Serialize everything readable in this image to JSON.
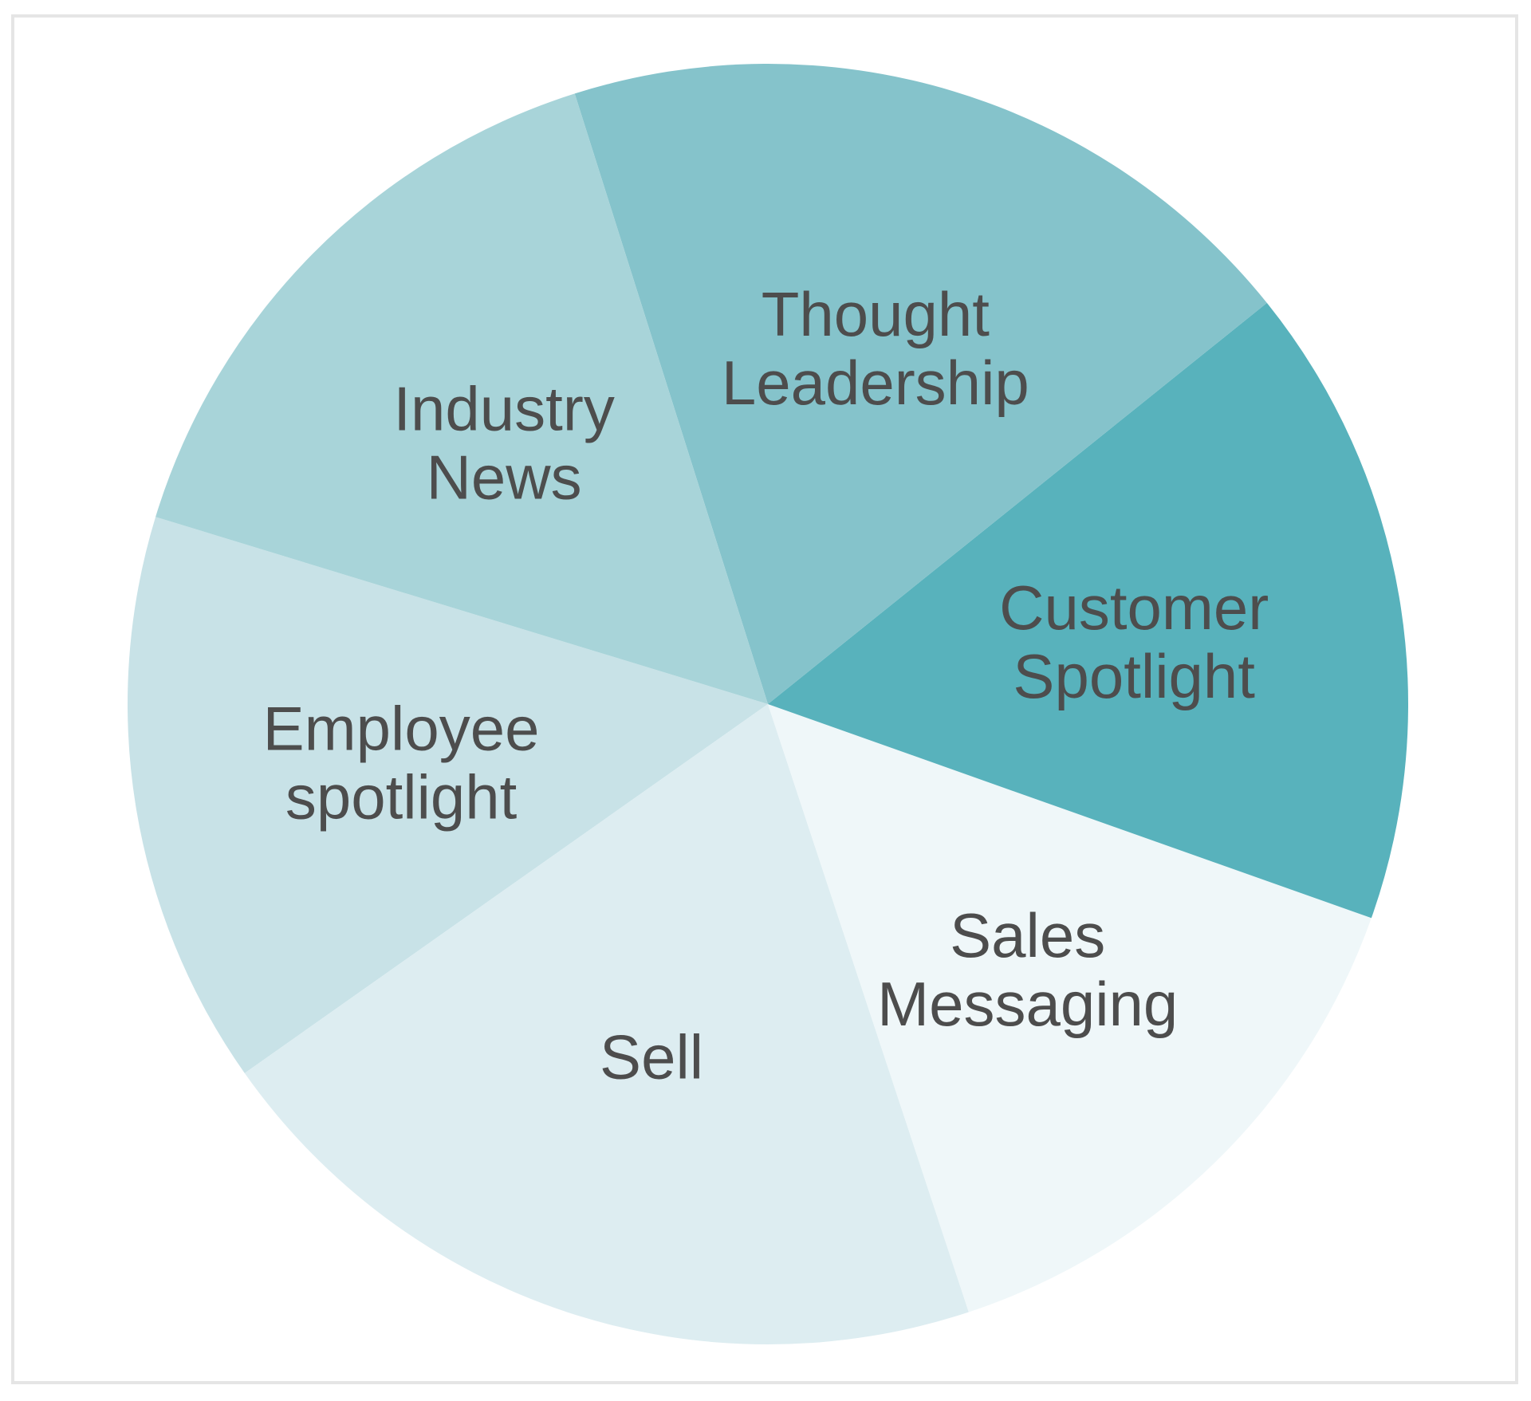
{
  "chart_data": {
    "type": "pie",
    "title": "",
    "start_angle_deg": 197,
    "direction": "counterclockwise",
    "slices": [
      {
        "label": [
          "Employee",
          "spotlight"
        ],
        "value": 0.145,
        "color": "#c8e2e7"
      },
      {
        "label": [
          "Sell"
        ],
        "value": 0.203,
        "color": "#ddedf1"
      },
      {
        "label": [
          "Sales",
          "Messaging"
        ],
        "value": 0.145,
        "color": "#eff7f9"
      },
      {
        "label": [
          "Customer",
          "Spotlight"
        ],
        "value": 0.162,
        "color": "#58b2bc"
      },
      {
        "label": [
          "Thought",
          "Leadership"
        ],
        "value": 0.191,
        "color": "#85c3cb"
      },
      {
        "label": [
          "Industry",
          "News"
        ],
        "value": 0.154,
        "color": "#a8d4d9"
      }
    ]
  }
}
